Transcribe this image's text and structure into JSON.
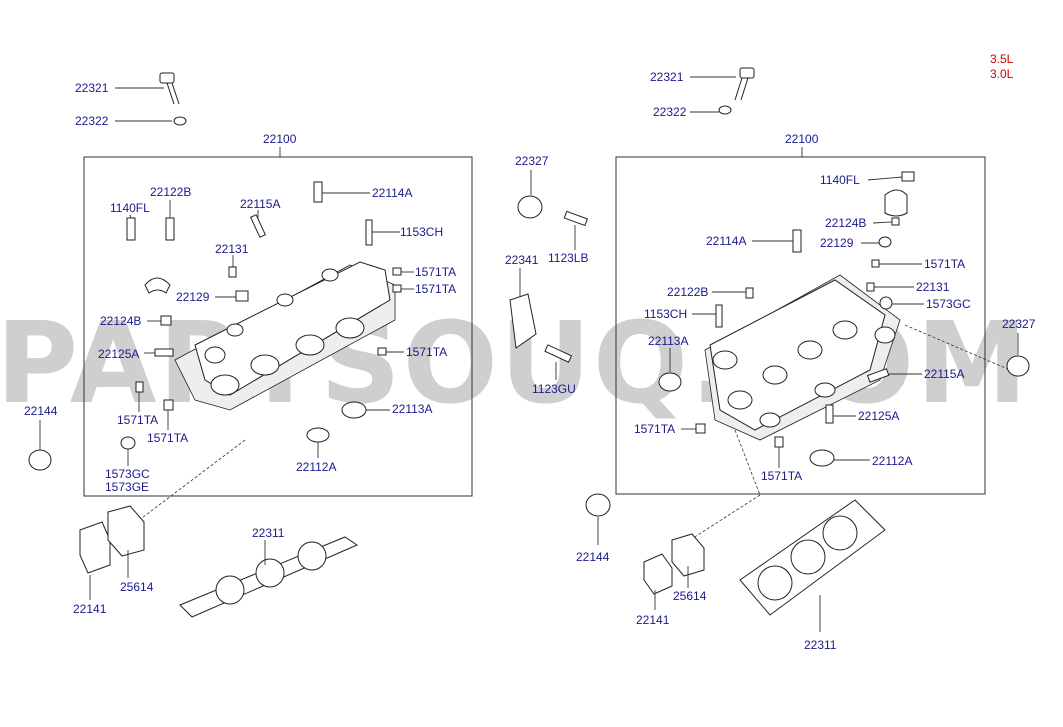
{
  "legend": {
    "engine_a": "3.5L",
    "engine_b": "3.0L"
  },
  "watermark": "PARTSOUQ.COM",
  "left_group": {
    "top": {
      "bolt": "22321",
      "nut": "22322"
    },
    "frame_label": "22100",
    "parts": {
      "p1140FL": "1140FL",
      "p22122B": "22122B",
      "p22115A": "22115A",
      "p22114A": "22114A",
      "p1153CH": "1153CH",
      "p22131": "22131",
      "p1571TA_1": "1571TA",
      "p1571TA_2": "1571TA",
      "p22129": "22129",
      "p22124B": "22124B",
      "p1571TA_3": "1571TA",
      "p22125A": "22125A",
      "p22113A": "22113A",
      "p1571TA_4": "1571TA",
      "p1571TA_5": "1571TA",
      "p1573GC": "1573GC",
      "p1573GE": "1573GE",
      "p22112A": "22112A"
    },
    "outside": {
      "p22144": "22144",
      "p22141": "22141",
      "p25614": "25614",
      "p22311": "22311"
    }
  },
  "middle": {
    "p22327": "22327",
    "p22341": "22341",
    "p1123LB": "1123LB",
    "p1123GU": "1123GU",
    "p22144": "22144"
  },
  "right_group": {
    "top": {
      "bolt": "22321",
      "nut": "22322"
    },
    "frame_label": "22100",
    "parts": {
      "p1140FL": "1140FL",
      "p22124B": "22124B",
      "p22114A": "22114A",
      "p22129": "22129",
      "p1571TA_1": "1571TA",
      "p22122B": "22122B",
      "p22131": "22131",
      "p1573GC": "1573GC",
      "p1153CH": "1153CH",
      "p22113A": "22113A",
      "p22115A": "22115A",
      "p22125A": "22125A",
      "p1571TA_2": "1571TA",
      "p22112A": "22112A",
      "p1571TA_3": "1571TA"
    },
    "outside": {
      "p22327": "22327",
      "p22141": "22141",
      "p25614": "25614",
      "p22311": "22311"
    }
  }
}
